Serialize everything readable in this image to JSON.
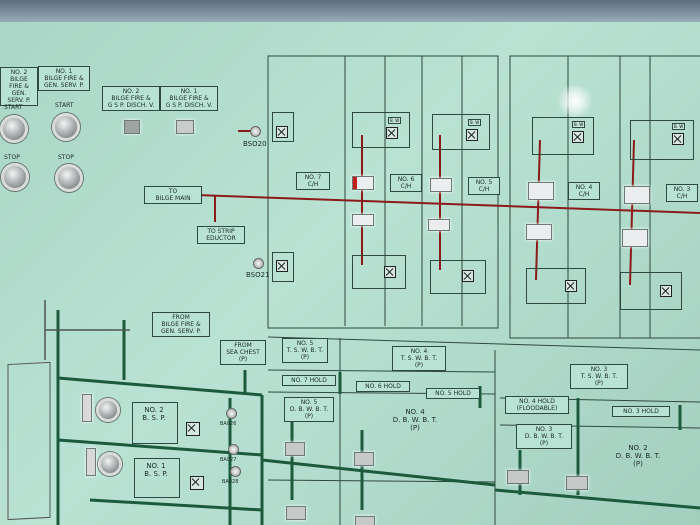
{
  "panel": {
    "top_left_labels": {
      "bilge_fire_2": "NO. 2\nBILGE FIRE &\nGEN. SERV. P.",
      "bilge_fire_1": "NO. 1\nBILGE FIRE &\nGEN. SERV. P."
    },
    "discharge_valves": {
      "v2": "NO. 2\nBILGE FIRE &\nG S P. DISCH. V.",
      "v1": "NO. 1\nBILGE FIRE &\nG S P. DISCH. V."
    },
    "buttons": {
      "start": "START",
      "stop": "STOP"
    },
    "bilge_main": "TO\nBILGE MAIN",
    "strip_eductor": "TO STRIP\nEDUCTOR",
    "bso_labels": {
      "bso20": "BSO20",
      "bso21": "BSO21"
    },
    "holds_upper": {
      "no7": "NO. 7\nC/H",
      "no6": "NO. 6\nC/H",
      "no5": "NO. 5\nC/H",
      "no4": "NO. 4\nC/H",
      "no3": "NO. 3\nC/H"
    },
    "sw": "B. W",
    "from_bilge_fire": "FROM\nBILGE FIRE &\nGEN. SERV. P.",
    "from_sea_chest": "FROM\nSEA CHEST\n(P)",
    "pump_labels": {
      "p2": "NO. 2\nB. S. P.",
      "p1": "NO. 1\nB. S. P."
    },
    "tanks": {
      "t5_tswbt": "NO. 5\nT. S. W. B. T.\n(P)",
      "t4_tswbt": "NO. 4\nT. S. W. B. T.\n(P)",
      "t3_tswbt": "NO. 3\nT. S. W. B. T.\n(P)",
      "hold7": "NO. 7 HOLD",
      "hold6": "NO. 6 HOLD",
      "hold5": "NO. 5 HOLD",
      "hold4": "NO. 4 HOLD\n(FLOODABLE)",
      "hold3": "NO. 3 HOLD",
      "t5_dbwbt": "NO. 5\nD. B. W. B. T.\n(P)",
      "t4_dbwbt": "NO. 4\nD. B. W. B. T.\n(P)",
      "t3_dbwbt": "NO. 3\nD. B. W. B. T.\n(P)",
      "t2_dbwbt": "NO. 2\nD. B. W. B. T.\n(P)"
    },
    "valve_codes": {
      "ba026": "BA026",
      "ba027": "BA027",
      "ba028": "BA028"
    }
  },
  "colors": {
    "panel": "#b3ddcd",
    "pipe_red": "#8b1a1a",
    "pipe_green": "#1c5a3c",
    "line": "#2e4a40"
  }
}
